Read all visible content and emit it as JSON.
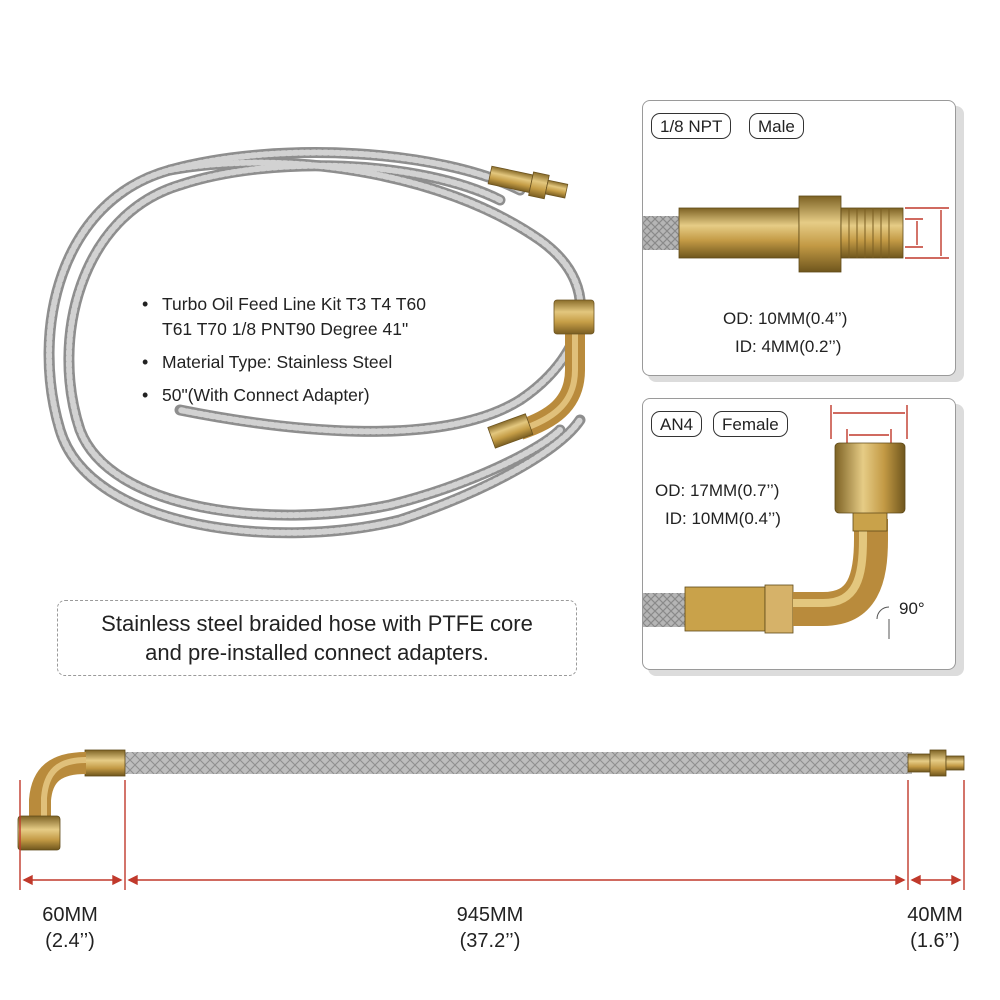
{
  "bullets": [
    {
      "line1": "Turbo Oil Feed Line Kit T3 T4 T60",
      "line2": "T61 T70 1/8 PNT90 Degree 41\""
    },
    {
      "line1": "Material Type: Stainless Steel"
    },
    {
      "line1": "50\"(With Connect Adapter)"
    }
  ],
  "callout": {
    "line1": "Stainless steel braided hose with PTFE core",
    "line2": "and pre-installed connect adapters."
  },
  "panel_male": {
    "tag1": "1/8 NPT",
    "tag2": "Male",
    "od": "OD: 10MM(0.4’’)",
    "id": "ID: 4MM(0.2’’)"
  },
  "panel_female": {
    "tag1": "AN4",
    "tag2": "Female",
    "od": "OD: 17MM(0.7’’)",
    "id": "ID: 10MM(0.4’’)",
    "angle": "90°"
  },
  "measurements": [
    {
      "mm": "60MM",
      "inch": "(2.4’’)"
    },
    {
      "mm": "945MM",
      "inch": "(37.2’’)"
    },
    {
      "mm": "40MM",
      "inch": "(1.6’’)"
    }
  ],
  "colors": {
    "dimension_line": "#c0392b",
    "braid": "#b9b9b9",
    "brass": "#c9a24a"
  }
}
